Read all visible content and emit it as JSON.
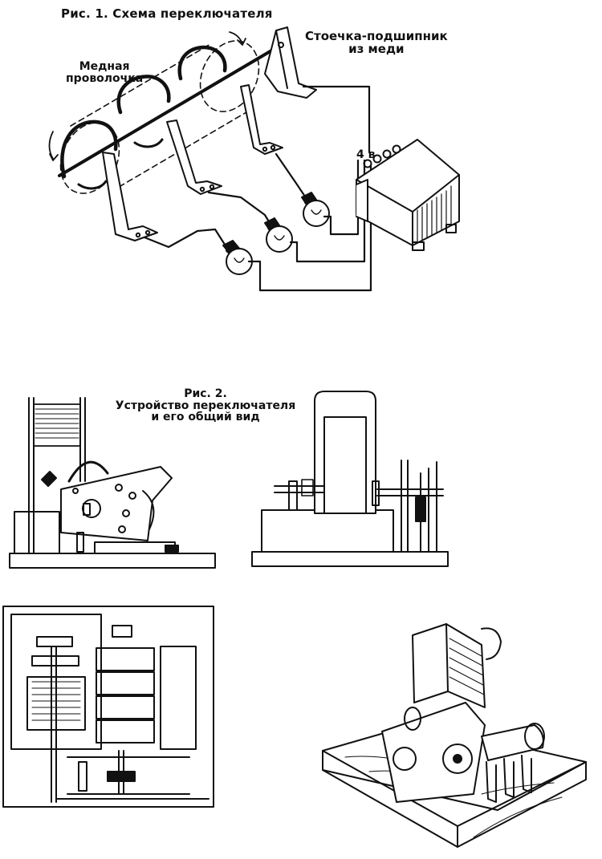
{
  "figure1": {
    "title": "Рис. 1. Схема  переключателя",
    "labels": {
      "wire_line1": "Медная",
      "wire_line2": "проволочка",
      "bearing_line1": "Стоечка-подшипник",
      "bearing_line2": "из  меди",
      "voltage": "4 в"
    }
  },
  "figure2": {
    "title_line1": "Рис.  2.",
    "title_line2": "Устройство переключателя",
    "title_line3": "и его общий вид"
  }
}
